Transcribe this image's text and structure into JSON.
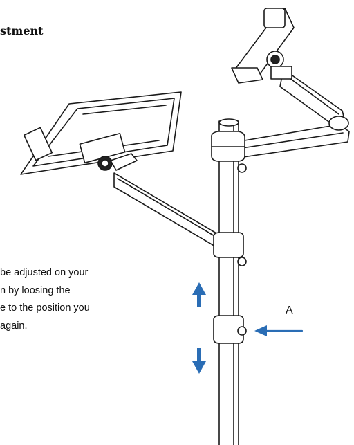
{
  "heading": "stment",
  "instructions": {
    "line1": "be adjusted on your",
    "line2": "n by loosing the",
    "line3": "e to the position you",
    "line4": " again."
  },
  "callout_label": "A",
  "colors": {
    "arrow": "#2a6db5",
    "line": "#1a1a1a",
    "fill": "#ffffff"
  },
  "icons": {
    "up_arrow": "arrow-up-icon",
    "down_arrow": "arrow-down-icon",
    "pointer_arrow": "arrow-left-icon"
  }
}
